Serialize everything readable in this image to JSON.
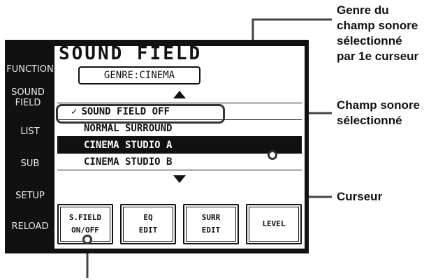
{
  "sidebar": {
    "items": [
      {
        "label": "FUNCTION"
      },
      {
        "label": "SOUND FIELD"
      },
      {
        "label": "LIST"
      },
      {
        "label": "SUB"
      },
      {
        "label": "SETUP"
      },
      {
        "label": "RELOAD"
      }
    ]
  },
  "screen": {
    "title": "SOUND FIELD",
    "genre": "GENRE:CINEMA",
    "list": [
      {
        "label": "SOUND FIELD OFF",
        "checked": true
      },
      {
        "label": "NORMAL SURROUND"
      },
      {
        "label": "CINEMA STUDIO A",
        "highlighted": true
      },
      {
        "label": "CINEMA STUDIO B"
      }
    ],
    "buttons": [
      {
        "line1": "S.FIELD",
        "line2": "ON/OFF"
      },
      {
        "line1": "EQ",
        "line2": "EDIT"
      },
      {
        "line1": "SURR",
        "line2": "EDIT"
      },
      {
        "line1": "LEVEL",
        "line2": ""
      }
    ]
  },
  "annotations": {
    "genre": "Genre du champ sonore sélectionné par 1e curseur",
    "genre_lines": [
      "Genre du",
      "champ sonore",
      "sélectionné",
      "par 1e curseur"
    ],
    "selected": [
      "Champ sonore",
      "sélectionné"
    ],
    "cursor": "Curseur"
  },
  "icons": {
    "check": "check-icon",
    "up": "triangle-up-icon",
    "down": "triangle-down-icon"
  }
}
